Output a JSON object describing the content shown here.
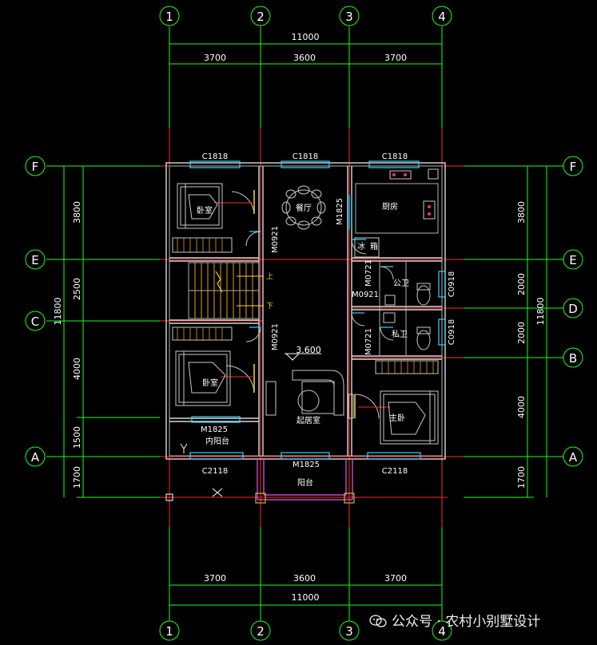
{
  "axes": {
    "columns": [
      "1",
      "2",
      "3",
      "4"
    ],
    "rows": [
      "F",
      "E",
      "D",
      "C",
      "B",
      "A"
    ]
  },
  "dimensions": {
    "top_total": "11000",
    "top_spans": [
      "3700",
      "3600",
      "3700"
    ],
    "bottom_total": "11000",
    "bottom_spans": [
      "3700",
      "3600",
      "3700"
    ],
    "left_total": "11800",
    "left_spans": [
      "3800",
      "2500",
      "4000",
      "1500",
      "1700"
    ],
    "right_total": "11800",
    "right_spans": [
      "3800",
      "2000",
      "2000",
      "4000",
      "1700"
    ]
  },
  "openings": {
    "window_top_left": "C1818",
    "window_top_mid": "C1818",
    "window_top_right": "C1818",
    "door_kitchen": "M1825",
    "door_dining_upper": "M0921",
    "door_dining_lower": "M0921",
    "door_public_bath": "M0721",
    "door_hall_right": "M0921",
    "door_private_bath": "M0721",
    "window_bath_upper": "C0918",
    "window_bath_lower": "C0918",
    "door_balcony_inner": "M1825",
    "window_bottom_left": "C2118",
    "door_balcony": "M1825",
    "window_bottom_right": "C2118"
  },
  "rooms": {
    "bedroom_top": "卧室",
    "dining": "餐厅",
    "kitchen": "厨房",
    "fridge": "冰",
    "fridge2": "箱",
    "stair_up": "上",
    "stair_down": "下",
    "public_bath": "公卫",
    "private_bath": "私卫",
    "bedroom_bottom": "卧室",
    "living": "起居室",
    "inner_balcony": "内阳台",
    "master_bedroom": "主卧",
    "balcony": "阳台"
  },
  "level": "3.600",
  "watermark": "公众号 · 农村小别墅设计",
  "colors": {
    "background": "#000000",
    "grid_line": "#ff2a2a",
    "dimension_line": "#17ff17",
    "wall": "#d8d8d8",
    "window": "#33d6ff",
    "door_leaf": "#ffd21f"
  }
}
